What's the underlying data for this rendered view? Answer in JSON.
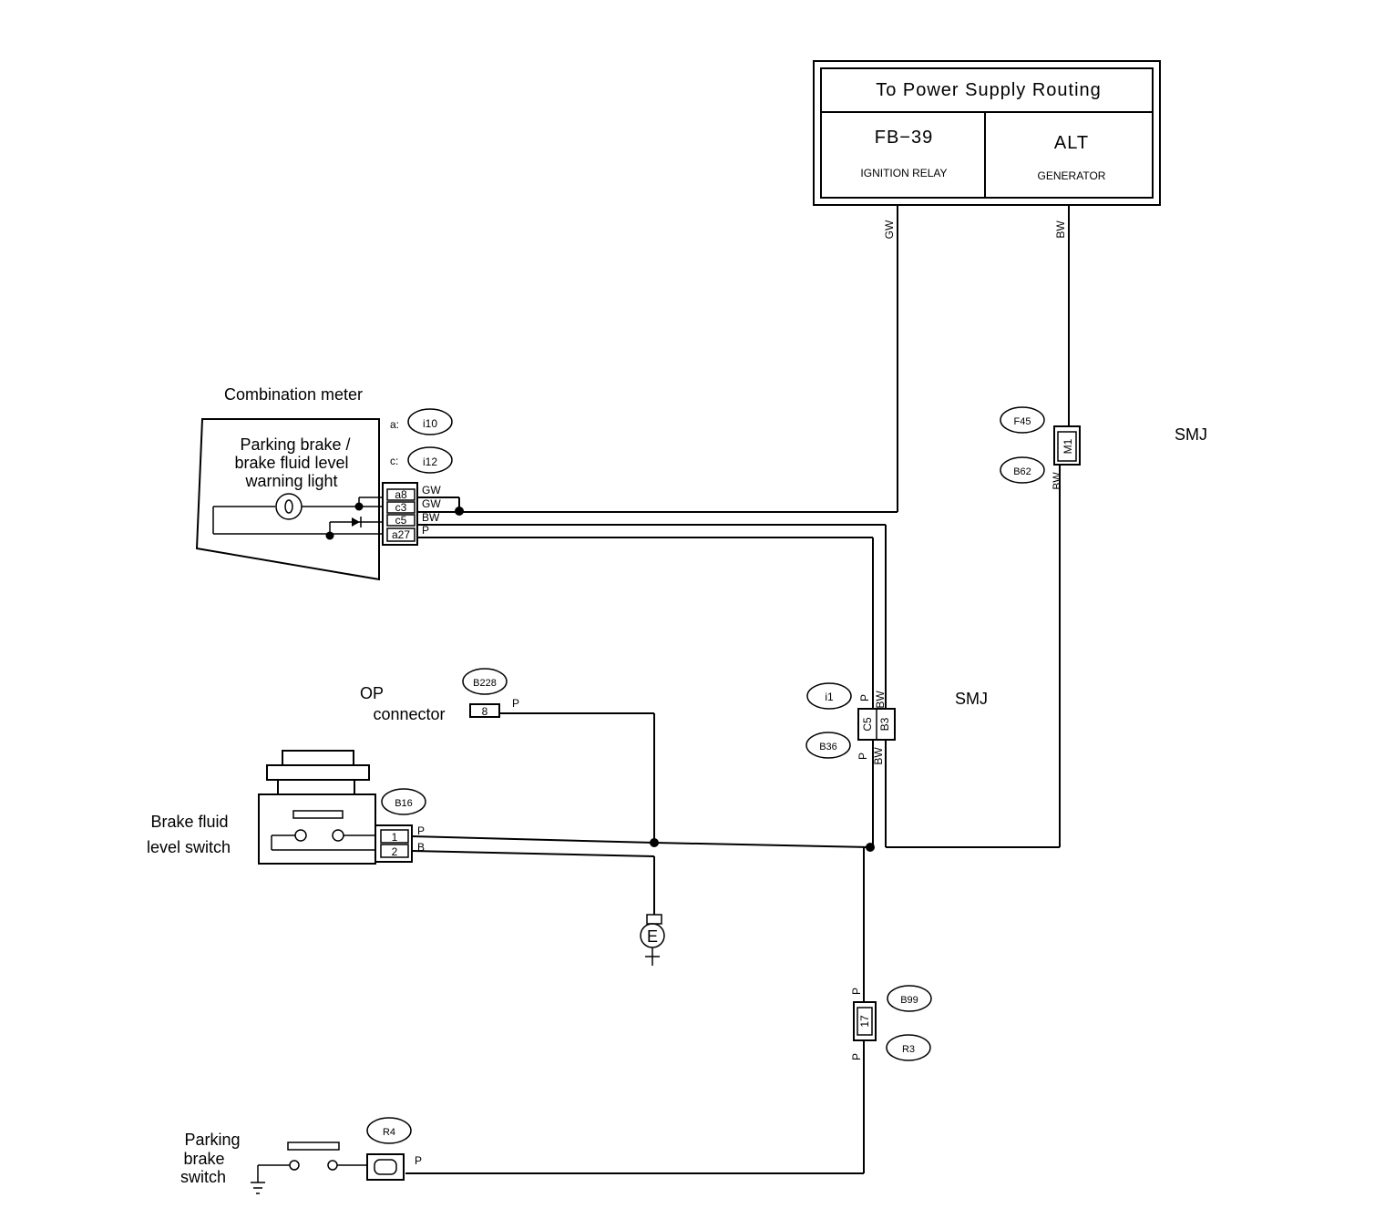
{
  "power_box": {
    "title": "To Power Supply Routing",
    "left_code": "FB−39",
    "left_name": "IGNITION RELAY",
    "right_code": "ALT",
    "right_name": "GENERATOR"
  },
  "wire_colors": {
    "gw": "GW",
    "bw": "BW",
    "p": "P",
    "b": "B"
  },
  "smj": {
    "top": "SMJ",
    "mid": "SMJ"
  },
  "connectors": {
    "f45": "F45",
    "b62": "B62",
    "m1": "M1",
    "i1": "i1",
    "b36": "B36",
    "c5": "C5",
    "b3": "B3",
    "b228": "B228",
    "b228_pin": "8",
    "b16": "B16",
    "pin1": "1",
    "pin2": "2",
    "b99": "B99",
    "r3": "R3",
    "pin17": "17",
    "r4": "R4",
    "i10": "i10",
    "i12": "i12",
    "a_prefix": "a:",
    "c_prefix": "c:"
  },
  "combination_meter": {
    "title": "Combination meter",
    "light_line1": "Parking brake /",
    "light_line2": "brake fluid level",
    "light_line3": "warning light",
    "pins": [
      "a8",
      "c3",
      "c5",
      "a27"
    ]
  },
  "components": {
    "op_line1": "OP",
    "op_line2": "connector",
    "brake_fluid_line1": "Brake fluid",
    "brake_fluid_line2": "level switch",
    "parking_line1": "Parking",
    "parking_line2": "brake",
    "parking_line3": "switch",
    "ground_e": "E"
  }
}
